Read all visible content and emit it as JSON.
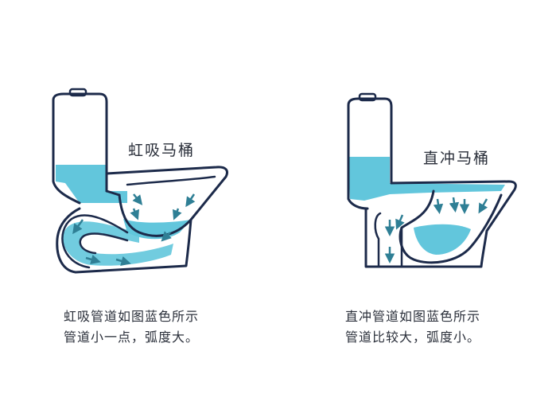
{
  "colors": {
    "outline": "#1c2a4a",
    "water": "#62c6dc",
    "arrow": "#2f7f95",
    "text": "#2a2f3a",
    "background": "#ffffff"
  },
  "siphon": {
    "title": "虹吸马桶",
    "caption_line1": "虹吸管道如图蓝色所示",
    "caption_line2": "管道小一点，弧度大。"
  },
  "washdown": {
    "title": "直冲马桶",
    "caption_line1": "直冲管道如图蓝色所示",
    "caption_line2": "管道比较大，弧度小。"
  }
}
